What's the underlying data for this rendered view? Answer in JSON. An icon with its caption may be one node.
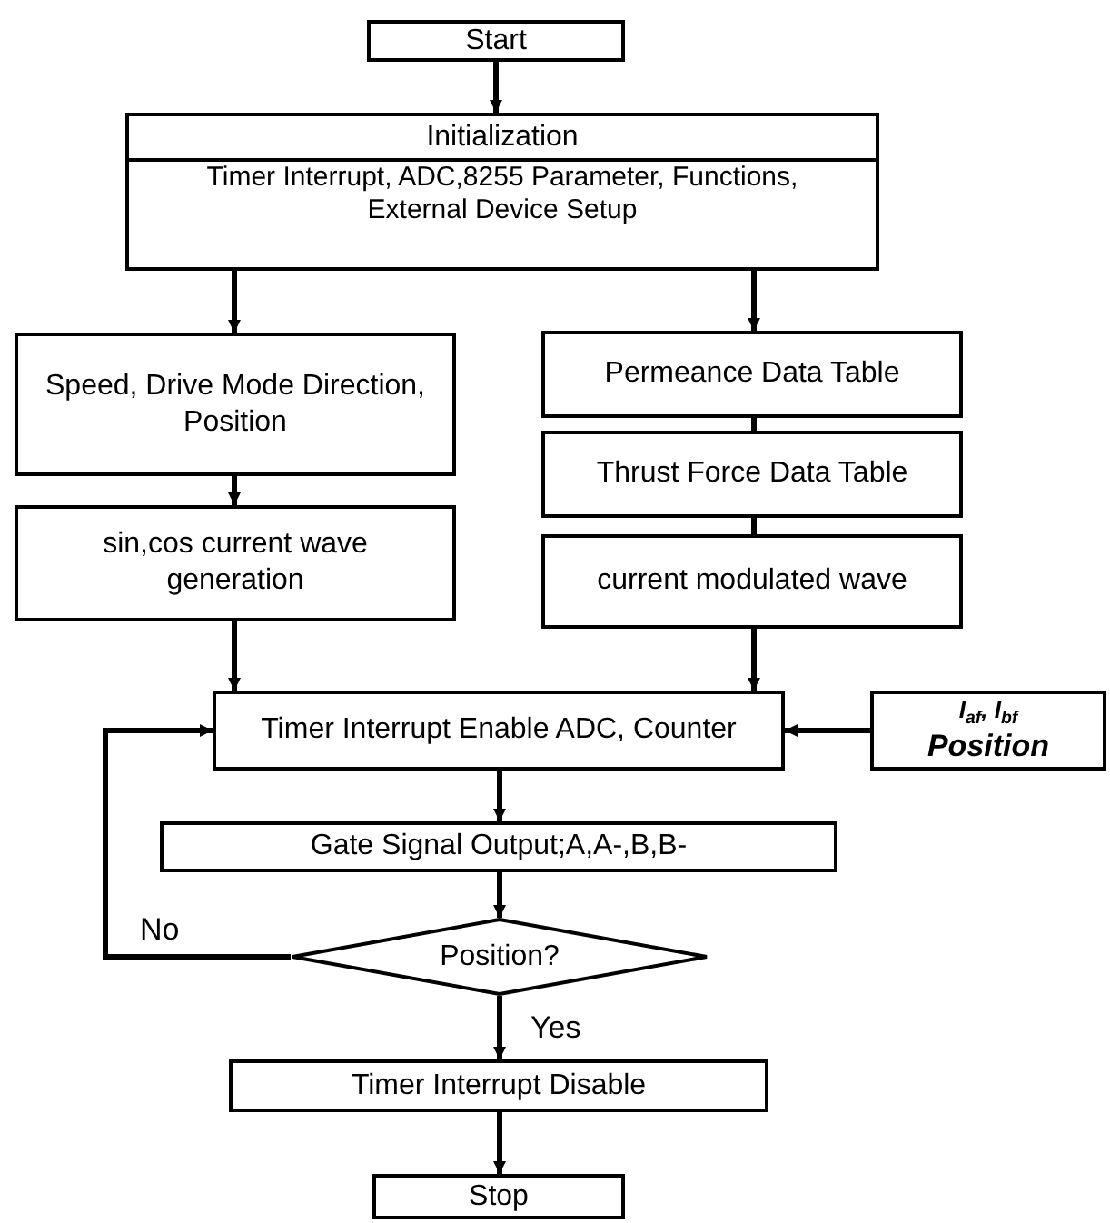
{
  "diagram": {
    "nodes": [
      {
        "text": [
          "Start"
        ]
      },
      {
        "text": [
          "Initialization",
          "Timer Interrupt, ADC,8255 Parameter, Functions, External Device Setup"
        ]
      },
      {
        "text": [
          "Speed, Drive Mode Direction, Position"
        ]
      },
      {
        "text": [
          "sin,cos current wave generation"
        ]
      },
      {
        "text": [
          "Permeance Data Table"
        ]
      },
      {
        "text": [
          "Thrust Force Data Table"
        ]
      },
      {
        "text": [
          "current modulated wave"
        ]
      },
      {
        "text": [
          "Timer Interrupt Enable ADC, Counter"
        ]
      },
      {
        "text": [
          "I$_{af}$, I$_{bf}$",
          "Position"
        ]
      },
      {
        "text": [
          "Gate Signal Output;A,A-,B,B-"
        ]
      },
      {
        "text": [
          "Position?"
        ]
      },
      {
        "text": [
          "Timer Interrupt Disable"
        ]
      },
      {
        "text": [
          "Stop"
        ]
      }
    ],
    "edges": [
      {
        "from": 0,
        "to": 1,
        "arrow": "to"
      },
      {
        "from": 1,
        "to": 2,
        "arrow": "to"
      },
      {
        "from": 1,
        "to": 4,
        "arrow": "to"
      },
      {
        "from": 2,
        "to": 3,
        "arrow": "to"
      },
      {
        "from": 4,
        "to": 5,
        "arrow": "none"
      },
      {
        "from": 5,
        "to": 6,
        "arrow": "none"
      },
      {
        "from": 3,
        "to": 7,
        "arrow": "to"
      },
      {
        "from": 6,
        "to": 7,
        "arrow": "to"
      },
      {
        "from": 8,
        "to": 7,
        "arrow": "to"
      },
      {
        "from": 7,
        "to": 9,
        "arrow": "to"
      },
      {
        "from": 9,
        "to": 10,
        "arrow": "to"
      },
      {
        "from": 10,
        "to": 11,
        "arrow": "to",
        "label": "Yes"
      },
      {
        "from": 10,
        "to": 7,
        "arrow": "to",
        "label": "No"
      },
      {
        "from": 11,
        "to": 12,
        "arrow": "to"
      }
    ]
  }
}
